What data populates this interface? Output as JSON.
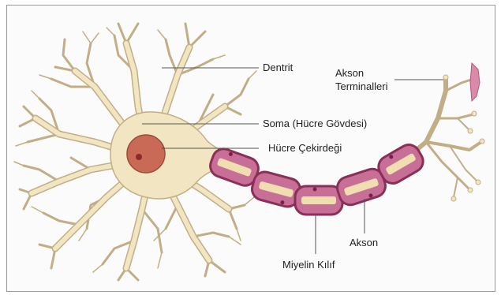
{
  "labels": {
    "dendrite": "Dentrit",
    "axon_terminals_line1": "Akson",
    "axon_terminals_line2": "Terminalleri",
    "soma": "Soma (Hücre Gövdesi)",
    "nucleus": "Hücre Çekirdeği",
    "axon": "Akson",
    "myelin": "Miyelin Kılıf"
  },
  "colors": {
    "cell_fill": "#f2e6c2",
    "cell_stroke": "#c2ae86",
    "nucleus": "#c86a55",
    "myelin_outer": "#9c3c64",
    "myelin_fill": "#c76f97",
    "axon_core": "#f0ddb0",
    "terminal": "#d98aa8",
    "leader_line": "#555555"
  }
}
